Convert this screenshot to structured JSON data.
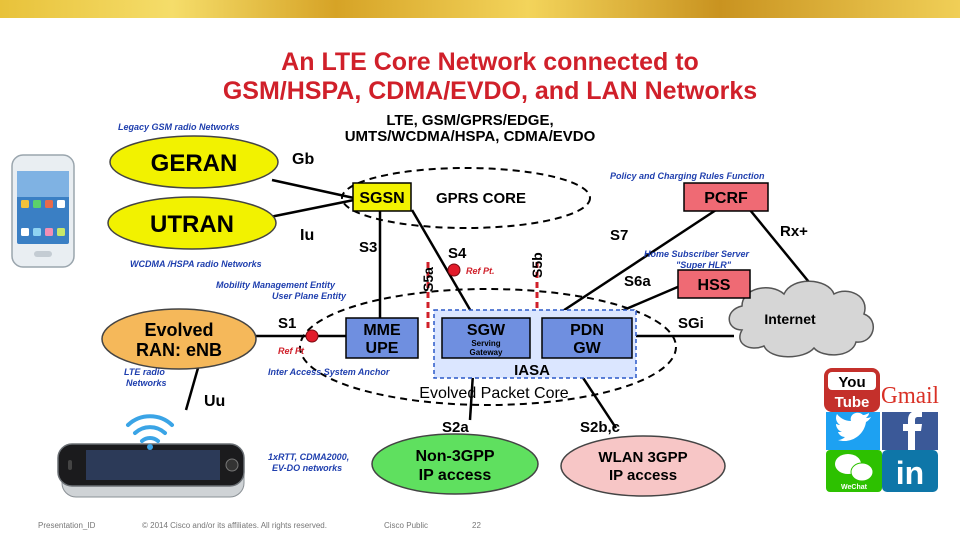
{
  "slide": {
    "title_line1": "An LTE Core Network connected to",
    "title_line2": "GSM/HSPA, CDMA/EVDO, and LAN Networks"
  },
  "diagram": {
    "top_label_line1": "LTE, GSM/GPRS/EDGE,",
    "top_label_line2": "UMTS/WCDMA/HSPA, CDMA/EVDO",
    "legacy_gsm_caption": "Legacy GSM radio Networks",
    "wcdma_caption": "WCDMA /HSPA radio Networks",
    "geran": "GERAN",
    "utran": "UTRAN",
    "gb": "Gb",
    "iu": "Iu",
    "sgsn": "SGSN",
    "gprs_core": "GPRS CORE",
    "s3": "S3",
    "s4": "S4",
    "s5a": "S5a",
    "s5b": "S5b",
    "ref_pt_1": "Ref Pt.",
    "ref_pt_2": "Ref Pt",
    "mme_caption_line1": "Mobility Management Entity",
    "mme_caption_line2": "User Plane Entity",
    "evolved_ran_line1": "Evolved",
    "evolved_ran_line2": "RAN: eNB",
    "s1": "S1",
    "mme": "MME",
    "upe": "UPE",
    "sgw": "SGW",
    "sgw_sub_line1": "Serving",
    "sgw_sub_line2": "Gateway",
    "pdn": "PDN",
    "gw": "GW",
    "iasa": "IASA",
    "iasa_caption": "Inter Access System Anchor",
    "evolved_packet_core": "Evolved Packet Core",
    "lte_radio_line1": "LTE radio",
    "lte_radio_line2": "Networks",
    "uu": "Uu",
    "pcrf_caption": "Policy and Charging Rules Function",
    "pcrf": "PCRF",
    "s7": "S7",
    "rx_plus": "Rx+",
    "hss_caption_line1": "Home Subscriber Server",
    "hss_caption_line2": "\"Super HLR\"",
    "hss": "HSS",
    "s6a": "S6a",
    "sgi": "SGi",
    "internet": "Internet",
    "s2a": "S2a",
    "s2bc": "S2b,c",
    "non3gpp_line1": "Non-3GPP",
    "non3gpp_line2": "IP access",
    "cdma_caption_line1": "1xRTT, CDMA2000,",
    "cdma_caption_line2": "EV-DO networks",
    "wlan_line1": "WLAN 3GPP",
    "wlan_line2": "IP access"
  },
  "social": {
    "youtube_you": "You",
    "youtube_tube": "Tube",
    "gmail": "Gmail",
    "wechat": "WeChat",
    "linkedin": "in"
  },
  "footer": {
    "presentation_id": "Presentation_ID",
    "copyright": "© 2014 Cisco and/or its affiliates. All rights reserved.",
    "classification": "Cisco Public",
    "page": "22"
  },
  "colors": {
    "title_red": "#d0202a",
    "caption_blue": "#1f3fae",
    "yellow": "#f2f200",
    "orange": "#f5b85a",
    "blue_box": "#6f8fe0",
    "red_box": "#ef6a74",
    "green": "#5fe05f",
    "pink": "#f7c6c6"
  }
}
